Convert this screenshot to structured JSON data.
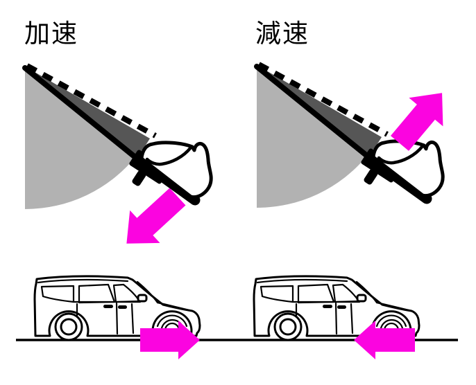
{
  "panels": [
    {
      "id": "accelerate",
      "title": "加速"
    },
    {
      "id": "decelerate",
      "title": "減速"
    }
  ],
  "icons": {
    "pedal_press_arrow": "arrow-down-left",
    "pedal_release_arrow": "arrow-up-right",
    "car_forward_arrow": "arrow-right",
    "car_decelerate_arrow": "arrow-left"
  },
  "colors": {
    "accent": "#FB04E0",
    "gray_light": "#B2B2B2",
    "gray_dark": "#565656",
    "ink": "#000000",
    "bg": "#FFFFFF"
  }
}
